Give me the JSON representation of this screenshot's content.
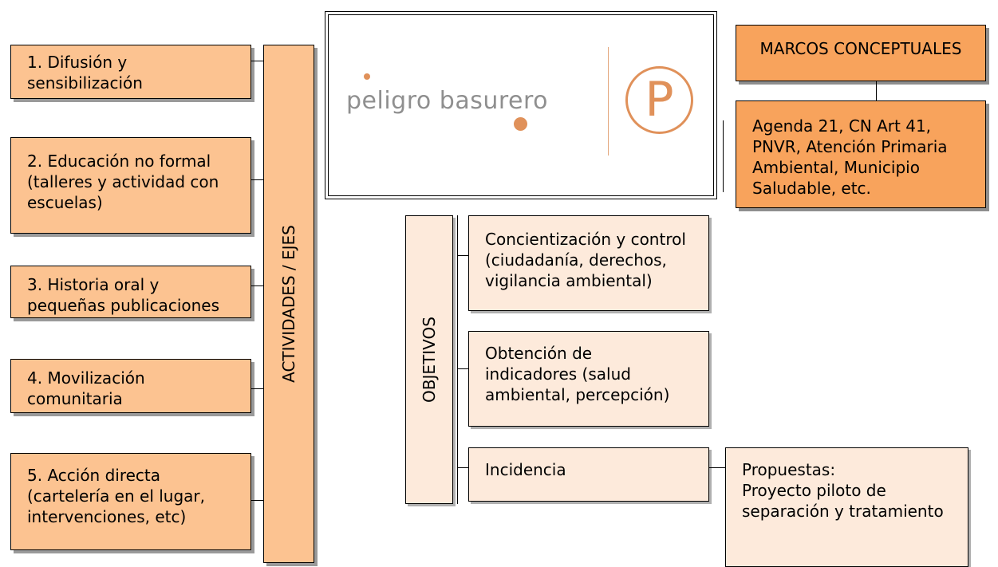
{
  "activities": {
    "items": [
      "1. Difusión y\nsensibilización",
      "2. Educación no formal\n(talleres y actividad con\nescuelas)",
      "3. Historia oral y\npequeñas publicaciones",
      "4. Movilización\ncomunitaria",
      "5. Acción directa\n(cartelería en el lugar,\nintervenciones, etc)"
    ],
    "label": "ACTIVIDADES / EJES"
  },
  "logo": {
    "text": "peligro basurero",
    "mark": "P"
  },
  "marcos": {
    "title": "MARCOS CONCEPTUALES",
    "content": "Agenda 21, CN Art 41,\nPNVR, Atención Primaria\nAmbiental, Municipio\nSaludable, etc."
  },
  "objetivos": {
    "label": "OBJETIVOS",
    "items": [
      "Concientización y control\n(ciudadanía, derechos,\nvigilancia ambiental)",
      "Obtención de\nindicadores (salud\nambiental, percepción)",
      "Incidencia"
    ]
  },
  "propuestas": "Propuestas:\nProyecto piloto de\nseparación y tratamiento",
  "colors": {
    "activity_fill": "#fcc391",
    "objective_fill": "#fdeadb",
    "marcos_fill": "#f8a35c",
    "logo_dot": "#e0915a",
    "logo_text": "#8f8f8f"
  }
}
